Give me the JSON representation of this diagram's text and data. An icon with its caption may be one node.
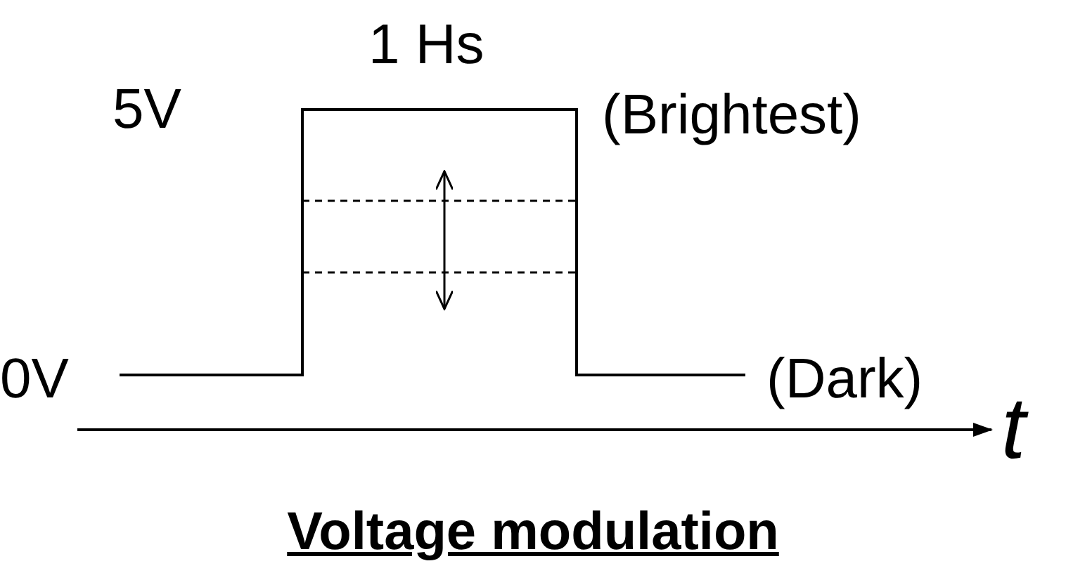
{
  "diagram": {
    "caption": "Voltage modulation",
    "labels": [
      "1 Hs",
      "5V",
      "(Brightest)",
      "0V",
      "(Dark)",
      "t"
    ]
  }
}
